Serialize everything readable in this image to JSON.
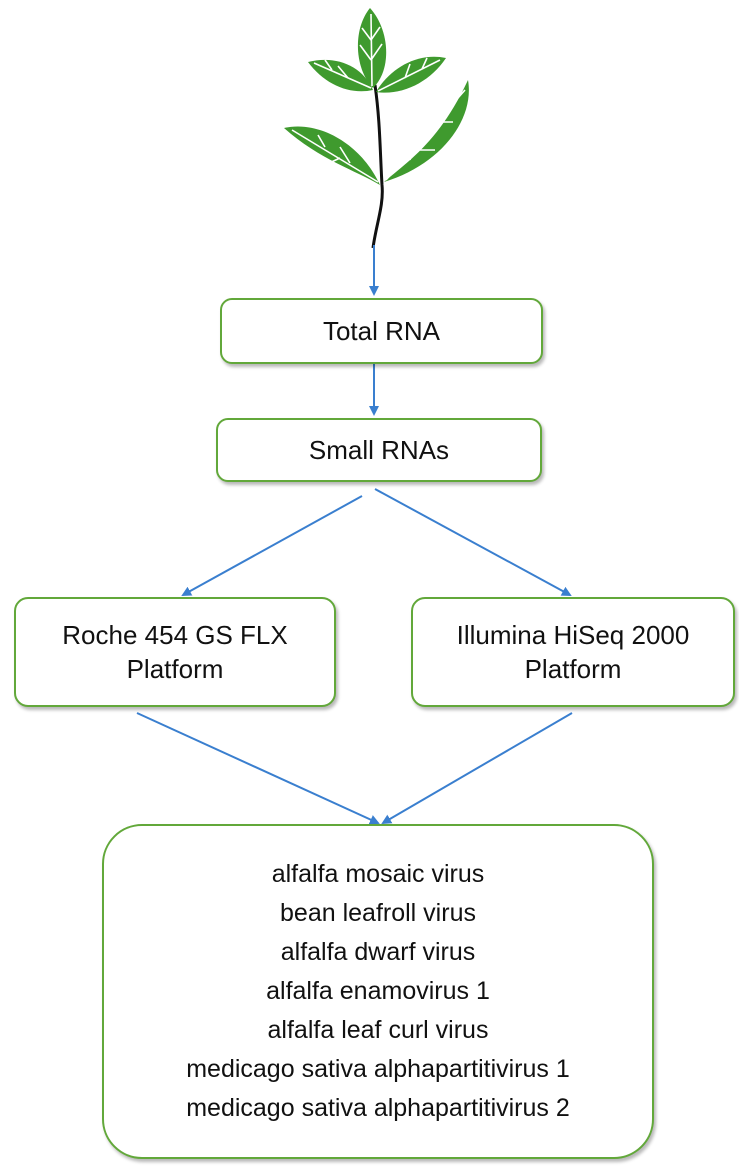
{
  "nodes": {
    "total_rna": "Total RNA",
    "small_rnas": "Small RNAs",
    "roche": [
      "Roche 454 GS FLX",
      "Platform"
    ],
    "illumina": [
      "Illumina HiSeq 2000",
      "Platform"
    ],
    "viruses": [
      "alfalfa mosaic virus",
      "bean leafroll virus",
      "alfalfa dwarf virus",
      "alfalfa enamovirus 1",
      "alfalfa leaf curl virus",
      "medicago sativa alphapartitivirus 1",
      "medicago sativa alphapartitivirus 2"
    ]
  },
  "colors": {
    "box_border": "#62a83a",
    "arrow": "#3a7fcf",
    "leaf": "#3f9a2e",
    "stem": "#111111"
  },
  "icons": {
    "plant": "plant-seedling-icon"
  }
}
